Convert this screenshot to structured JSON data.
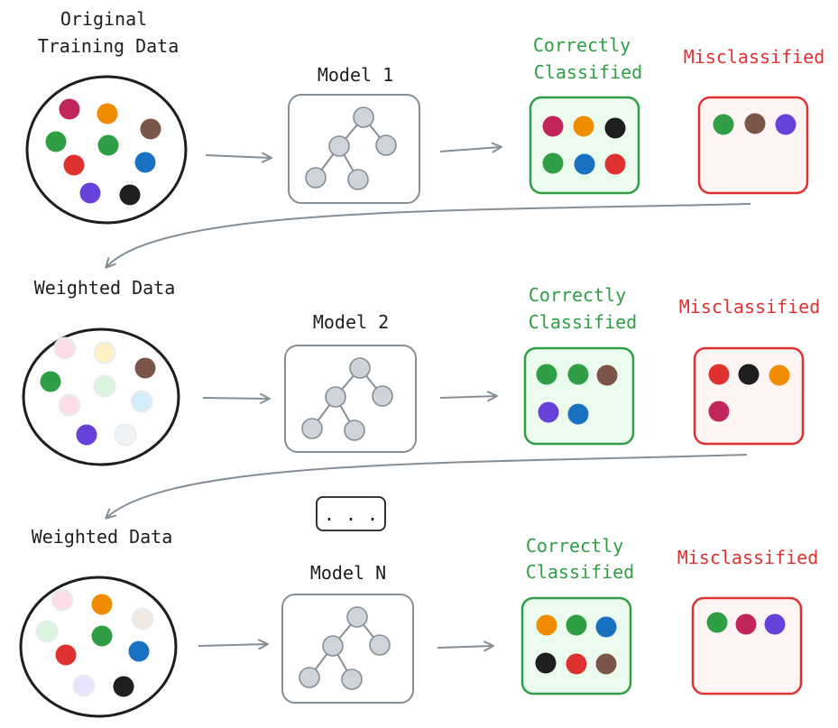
{
  "colors": {
    "crimson": "#c2255c",
    "orange": "#f08c00",
    "brown": "#7a5548",
    "green": "#2f9e44",
    "blue": "#1971c2",
    "red": "#e03131",
    "purple": "#6741d9",
    "black": "#1e1e1e",
    "pale_pink": "#fcdde5",
    "pale_yellow": "#fff1c4",
    "pale_green": "#d9f5dd",
    "pale_blue": "#d4ecfb",
    "pale_gray": "#f1f3f5",
    "pale_tan": "#f1e9e1",
    "pale_purple": "#e9e3fb",
    "correct_fill": "#ebfbee",
    "correct_stroke": "#2f9e44",
    "mis_fill": "#fff5f5",
    "mis_stroke": "#e03131",
    "model_stroke": "#868e96",
    "node_fill": "#ced4da",
    "arrow": "#868e96"
  },
  "stages": [
    {
      "data_label": [
        "Original",
        "Training Data"
      ],
      "model_label": "Model 1",
      "correct_label": [
        "Correctly",
        "Classified"
      ],
      "mis_label": "Misclassified",
      "data_dots": [
        "crimson",
        "orange",
        "brown",
        "green",
        "green",
        "red",
        "blue",
        "purple",
        "black"
      ],
      "correct_dots": [
        "crimson",
        "orange",
        "black",
        "green",
        "blue",
        "red"
      ],
      "mis_dots": [
        "green",
        "brown",
        "purple"
      ]
    },
    {
      "data_label": [
        "Weighted Data"
      ],
      "model_label": "Model 2",
      "correct_label": [
        "Correctly",
        "Classified"
      ],
      "mis_label": "Misclassified",
      "data_dots": [
        "pale_pink",
        "pale_yellow",
        "brown",
        "green",
        "pale_green",
        "pale_pink",
        "pale_blue",
        "purple",
        "pale_gray"
      ],
      "correct_dots": [
        "green",
        "green",
        "brown",
        "purple",
        "blue"
      ],
      "mis_dots": [
        "red",
        "black",
        "orange",
        "crimson"
      ]
    },
    {
      "data_label": [
        "Weighted Data"
      ],
      "model_label": "Model N",
      "correct_label": [
        "Correctly",
        "Classified"
      ],
      "mis_label": "Misclassified",
      "data_dots": [
        "pale_pink",
        "orange",
        "pale_tan",
        "pale_green",
        "green",
        "red",
        "blue",
        "pale_purple",
        "black"
      ],
      "correct_dots": [
        "orange",
        "green",
        "blue",
        "black",
        "red",
        "brown"
      ],
      "mis_dots": [
        "green",
        "crimson",
        "purple"
      ]
    }
  ],
  "ellipsis_label": ". . ."
}
